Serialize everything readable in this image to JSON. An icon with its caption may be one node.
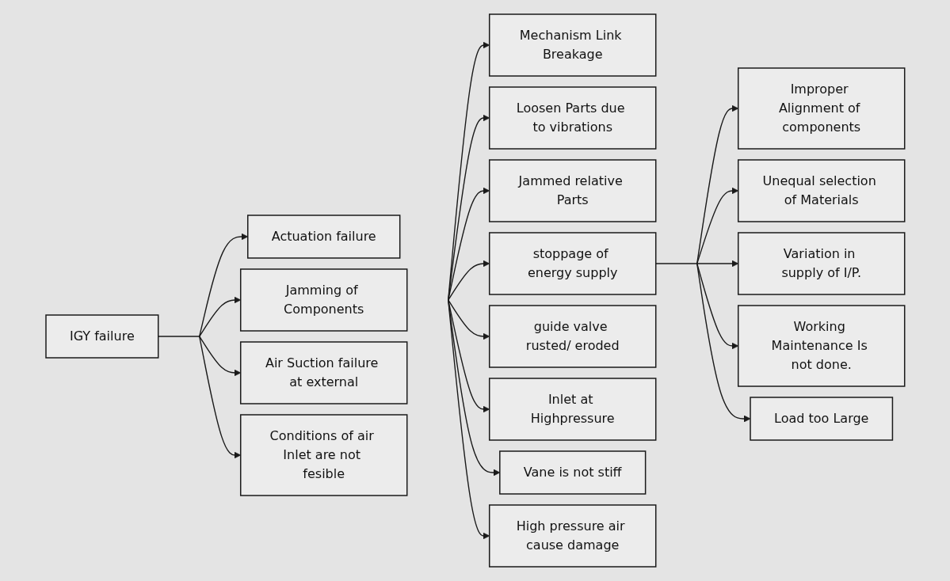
{
  "diagram": {
    "nodes": [
      {
        "text": [
          "IGY failure"
        ]
      },
      {
        "text": [
          "Actuation failure"
        ]
      },
      {
        "text": [
          "Jamming of Components"
        ]
      },
      {
        "text": [
          "Air Suction failure at external"
        ]
      },
      {
        "text": [
          "Conditions of air Inlet are not fesible"
        ]
      },
      {
        "text": [
          "Mechanism Link Breakage"
        ]
      },
      {
        "text": [
          "Loosen Parts due to vibrations"
        ]
      },
      {
        "text": [
          "Jammed relative Parts"
        ]
      },
      {
        "text": [
          "stoppage of energy supply"
        ]
      },
      {
        "text": [
          "guide valve rusted/ eroded"
        ]
      },
      {
        "text": [
          "Inlet at Highpressure"
        ]
      },
      {
        "text": [
          "Vane is not stiff"
        ]
      },
      {
        "text": [
          "High pressure air cause damage"
        ]
      },
      {
        "text": [
          "Improper Alignment of components"
        ]
      },
      {
        "text": [
          "Unequal selection of Materials"
        ]
      },
      {
        "text": [
          "Variation in supply of I/P."
        ]
      },
      {
        "text": [
          "Working Maintenance Is not done."
        ]
      },
      {
        "text": [
          "Load too Large"
        ]
      }
    ],
    "edges": [
      {
        "from": 0,
        "to": 1,
        "arrow": "to"
      },
      {
        "from": 0,
        "to": 2,
        "arrow": "to"
      },
      {
        "from": 0,
        "to": 3,
        "arrow": "to"
      },
      {
        "from": 0,
        "to": 4,
        "arrow": "to"
      },
      {
        "from": null,
        "to": 5,
        "arrow": "to"
      },
      {
        "from": null,
        "to": 6,
        "arrow": "to"
      },
      {
        "from": null,
        "to": 7,
        "arrow": "to"
      },
      {
        "from": null,
        "to": 8,
        "arrow": "to"
      },
      {
        "from": null,
        "to": 9,
        "arrow": "to"
      },
      {
        "from": null,
        "to": 10,
        "arrow": "to"
      },
      {
        "from": null,
        "to": 11,
        "arrow": "to"
      },
      {
        "from": null,
        "to": 12,
        "arrow": "to"
      },
      {
        "from": 8,
        "to": 13,
        "arrow": "to"
      },
      {
        "from": 8,
        "to": 14,
        "arrow": "to"
      },
      {
        "from": 8,
        "to": 15,
        "arrow": "to"
      },
      {
        "from": 8,
        "to": 16,
        "arrow": "to"
      },
      {
        "from": 8,
        "to": 17,
        "arrow": "to"
      }
    ]
  }
}
